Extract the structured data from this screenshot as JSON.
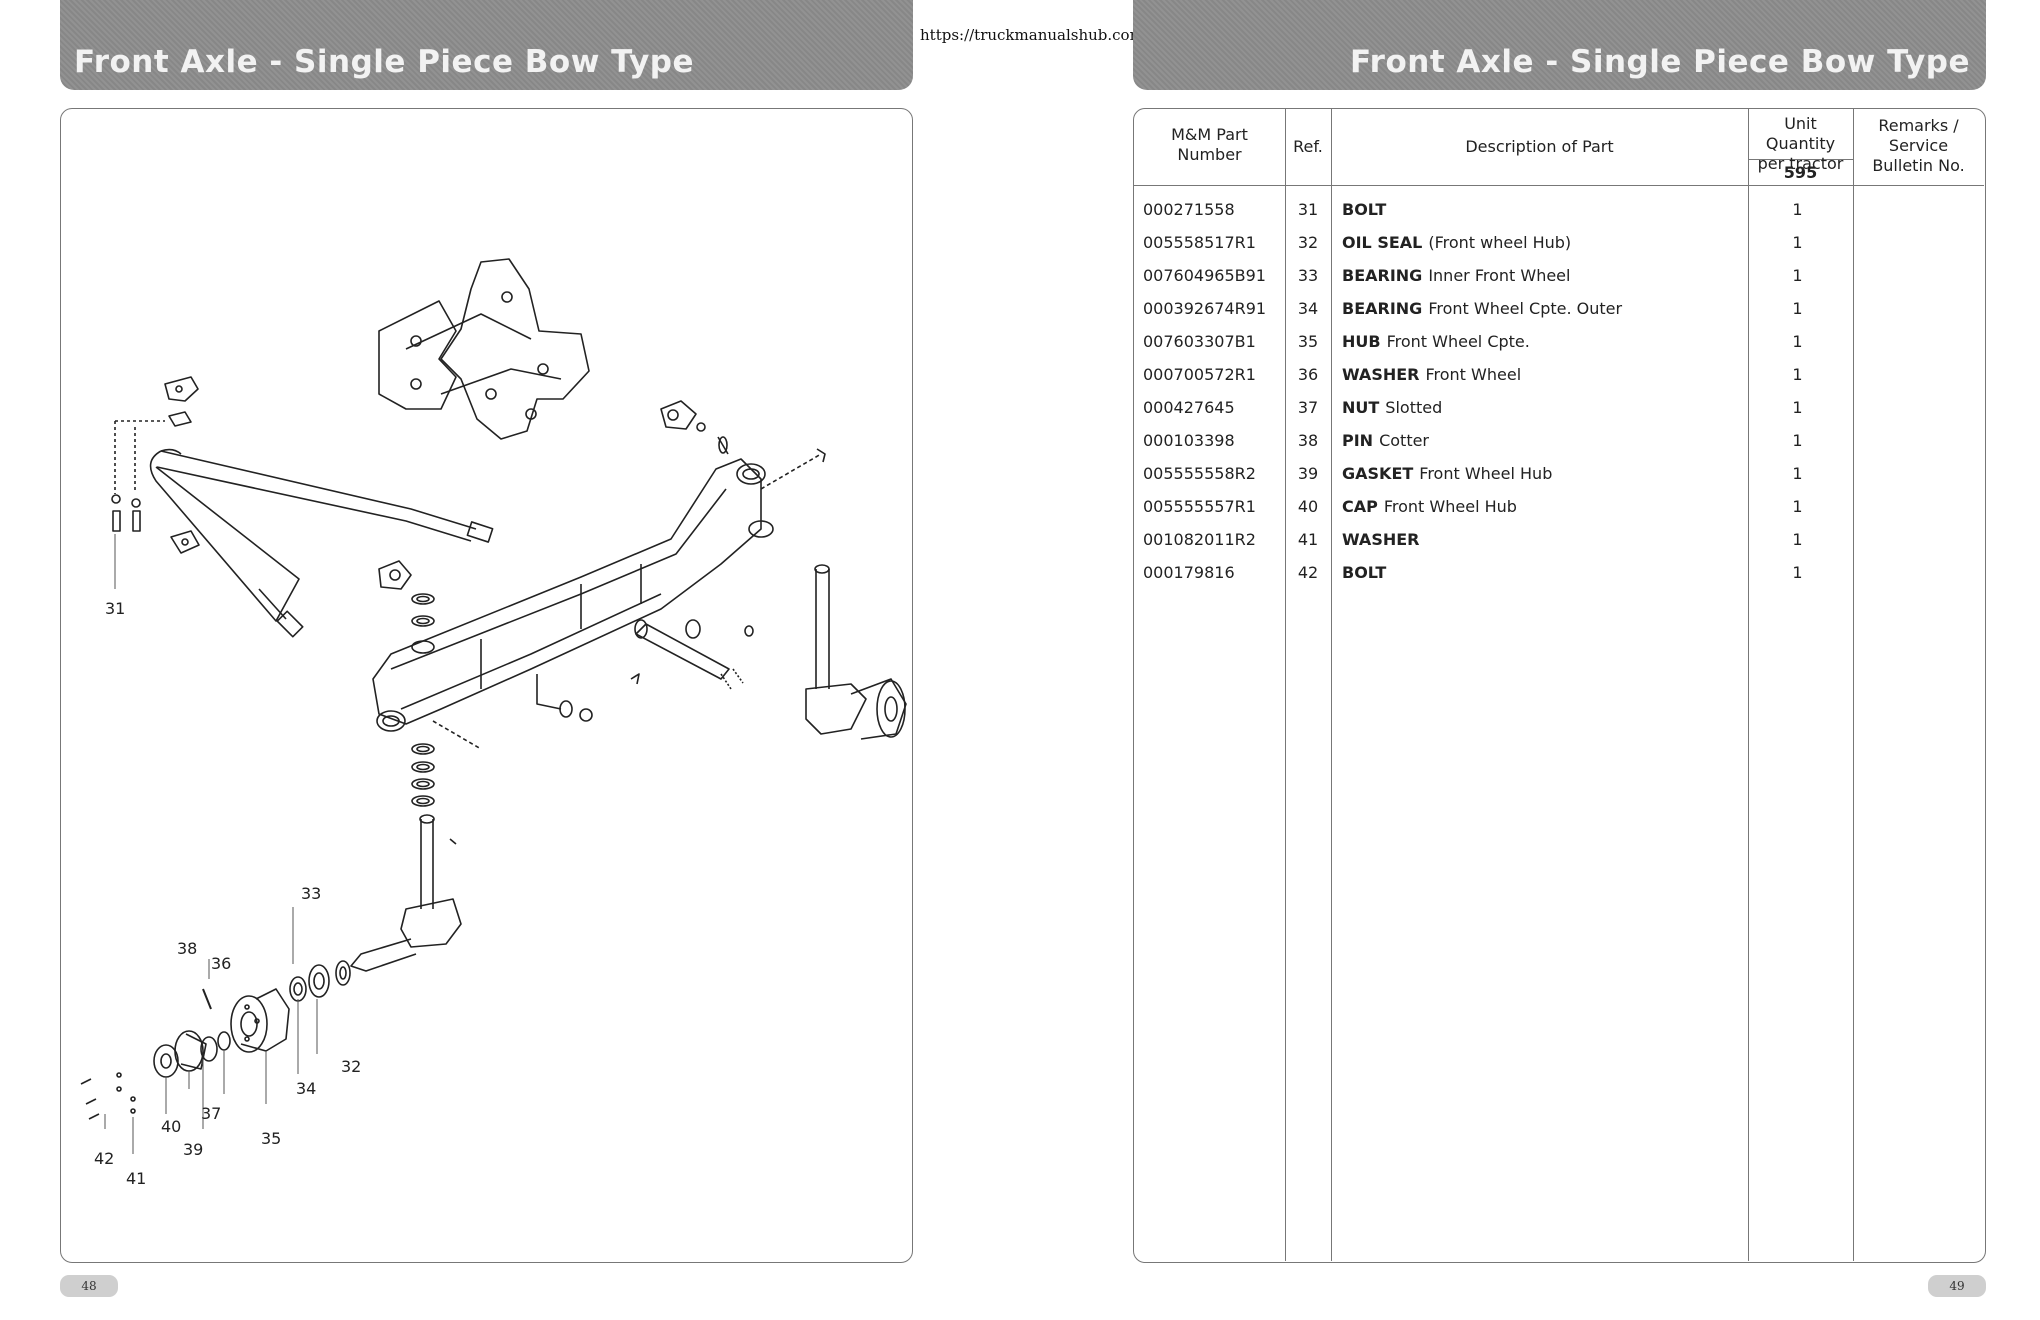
{
  "header": {
    "left_title": "Front  Axle  -  Single  Piece  Bow  Type",
    "right_title": "Front  Axle  -  Single  Piece  Bow  Type",
    "url": "https://truckmanualshub.com/"
  },
  "diagram": {
    "callouts": [
      "31",
      "32",
      "33",
      "34",
      "35",
      "36",
      "37",
      "38",
      "39",
      "40",
      "41",
      "42"
    ]
  },
  "table": {
    "headers": {
      "part_number": [
        "M&M Part",
        "Number"
      ],
      "ref": "Ref.",
      "description": "Description of Part",
      "unit_qty": [
        "Unit Quantity",
        "per tractor"
      ],
      "model": "595",
      "remarks": [
        "Remarks /",
        "Service",
        "Bulletin No."
      ]
    },
    "rows": [
      {
        "part_number": "000271558",
        "ref": "31",
        "name": "BOLT",
        "detail": "",
        "qty": "1"
      },
      {
        "part_number": "005558517R1",
        "ref": "32",
        "name": "OIL  SEAL",
        "detail": "(Front  wheel  Hub)",
        "qty": "1"
      },
      {
        "part_number": "007604965B91",
        "ref": "33",
        "name": "BEARING",
        "detail": "Inner  Front  Wheel",
        "qty": "1"
      },
      {
        "part_number": "000392674R91",
        "ref": "34",
        "name": "BEARING",
        "detail": "Front  Wheel  Cpte.  Outer",
        "qty": "1"
      },
      {
        "part_number": "007603307B1",
        "ref": "35",
        "name": "HUB",
        "detail": "Front  Wheel  Cpte.",
        "qty": "1"
      },
      {
        "part_number": "000700572R1",
        "ref": "36",
        "name": "WASHER",
        "detail": "Front  Wheel",
        "qty": "1"
      },
      {
        "part_number": "000427645",
        "ref": "37",
        "name": "NUT",
        "detail": "Slotted",
        "qty": "1"
      },
      {
        "part_number": "000103398",
        "ref": "38",
        "name": "PIN",
        "detail": "Cotter",
        "qty": "1"
      },
      {
        "part_number": "005555558R2",
        "ref": "39",
        "name": "GASKET",
        "detail": "Front  Wheel  Hub",
        "qty": "1"
      },
      {
        "part_number": "005555557R1",
        "ref": "40",
        "name": "CAP",
        "detail": "Front  Wheel  Hub",
        "qty": "1"
      },
      {
        "part_number": "001082011R2",
        "ref": "41",
        "name": "WASHER",
        "detail": "",
        "qty": "1"
      },
      {
        "part_number": "000179816",
        "ref": "42",
        "name": "BOLT",
        "detail": "",
        "qty": "1"
      }
    ]
  },
  "pages": {
    "left": "48",
    "right": "49"
  }
}
